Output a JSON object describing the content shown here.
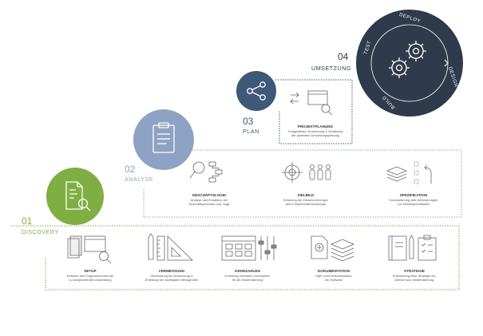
{
  "colors": {
    "discovery": "#7fae42",
    "analyse": "#8ea3c3",
    "plan": "#3e5878",
    "umsetzung": "#2f3b4c",
    "line": "#8f8f8f",
    "text": "#444444"
  },
  "phases": [
    {
      "num": "01",
      "label": "DISCOVERY",
      "icon": "document-search-icon"
    },
    {
      "num": "02",
      "label": "ANALYSE",
      "icon": "clipboard-icon"
    },
    {
      "num": "03",
      "label": "PLAN",
      "icon": "share-icon"
    },
    {
      "num": "04",
      "label": "UMSETZUNG",
      "icon": "gears-icon"
    }
  ],
  "cycle": [
    "DEPLOY",
    "DESIGN",
    "BUILD",
    "TEST"
  ],
  "plan_items": [
    {
      "title": "PROJEKTPLANUNG",
      "desc": [
        "Toolgestützte Generierung & Schätzung",
        "der optimalen Umsetzungsplanung"
      ],
      "icon": "browser-search-icon"
    }
  ],
  "analyse_items": [
    {
      "title": "GESCHÄFTSLOGIK",
      "desc": [
        "Analyse und Extraktion der",
        "Geschäftsprozesse und -logik"
      ],
      "icon": "magnifier-flow-icon"
    },
    {
      "title": "ZIELBILD",
      "desc": [
        "Erhebung der Zielanforderungen",
        "durch Stakeholderworkshops"
      ],
      "icon": "target-people-icon"
    },
    {
      "title": "SPEZIFIKATION",
      "desc": [
        "Konsolidierung aller Anforderungen",
        "zur Zielbildspezifikation"
      ],
      "icon": "layers-flow-icon"
    }
  ],
  "discovery_items": [
    {
      "title": "SETUP",
      "desc": [
        "Einlesen des Programmcodes der",
        "zu analysierenden Anwendung"
      ],
      "icon": "browser-magnifier-icon"
    },
    {
      "title": "VERMESSUNG",
      "desc": [
        "Vermessung der Anwendung &",
        "Erhebung der wichtigsten Messgrößen"
      ],
      "icon": "ruler-triangle-icon"
    },
    {
      "title": "KENNZAHLEN",
      "desc": [
        "Erhebung relevanter Kennzahlen",
        "für die Modernisierung"
      ],
      "icon": "dashboard-sliders-icon"
    },
    {
      "title": "DOKUMENTATION",
      "desc": [
        "High Level Dokumentation",
        "der Software"
      ],
      "icon": "document-stack-icon"
    },
    {
      "title": "STRATEGIE",
      "desc": [
        "Entwicklung einer Strategie zur",
        "Ablöse bzw. Modernisierung"
      ],
      "icon": "notebook-pen-icon"
    }
  ]
}
